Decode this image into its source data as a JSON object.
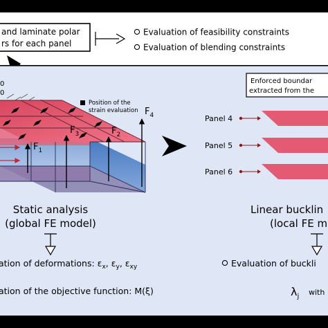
{
  "top_box": {
    "line1": "and laminate polar",
    "line2": "rs for each panel"
  },
  "constraints": [
    "Evaluation of feasibility constraints",
    "Evaluation of blending constraints"
  ],
  "model": {
    "cut_label": "0",
    "position_note_line1": "Position of the",
    "position_note_line2": "strain evaluation",
    "forces": [
      {
        "symbol": "F",
        "sub": "1"
      },
      {
        "symbol": "F",
        "sub": "2"
      },
      {
        "symbol": "F",
        "sub": "3"
      },
      {
        "symbol": "F",
        "sub": "4"
      }
    ]
  },
  "boundary_box": {
    "line1": "Enforced boundar",
    "line2": "extracted from the"
  },
  "panels": [
    "Panel 4",
    "Panel 5",
    "Panel 6"
  ],
  "static_analysis": {
    "title": "Static analysis",
    "subtitle": "(global FE model)"
  },
  "buckling_analysis": {
    "title": "Linear bucklin",
    "subtitle": "(local FE m"
  },
  "deformations": {
    "prefix": "ation of deformations: ",
    "eps_x": "ε",
    "sub_x": "x",
    "eps_y": "ε",
    "sub_y": "y",
    "eps_xy": "ε",
    "sub_xy": "xy"
  },
  "objective": {
    "text": "ation of the objective function: M(ξ)"
  },
  "buckling_eval": {
    "text": "Evaluation of buckli"
  },
  "lambda": {
    "symbol": "λ",
    "sub": "j",
    "suffix": "with"
  },
  "colors": {
    "panel_bg": "#dfe6f6",
    "red": "#e45a72",
    "blue": "#4a7ec4",
    "dark_red": "#8b1a1a",
    "top_box_bg": "#ffffff"
  }
}
